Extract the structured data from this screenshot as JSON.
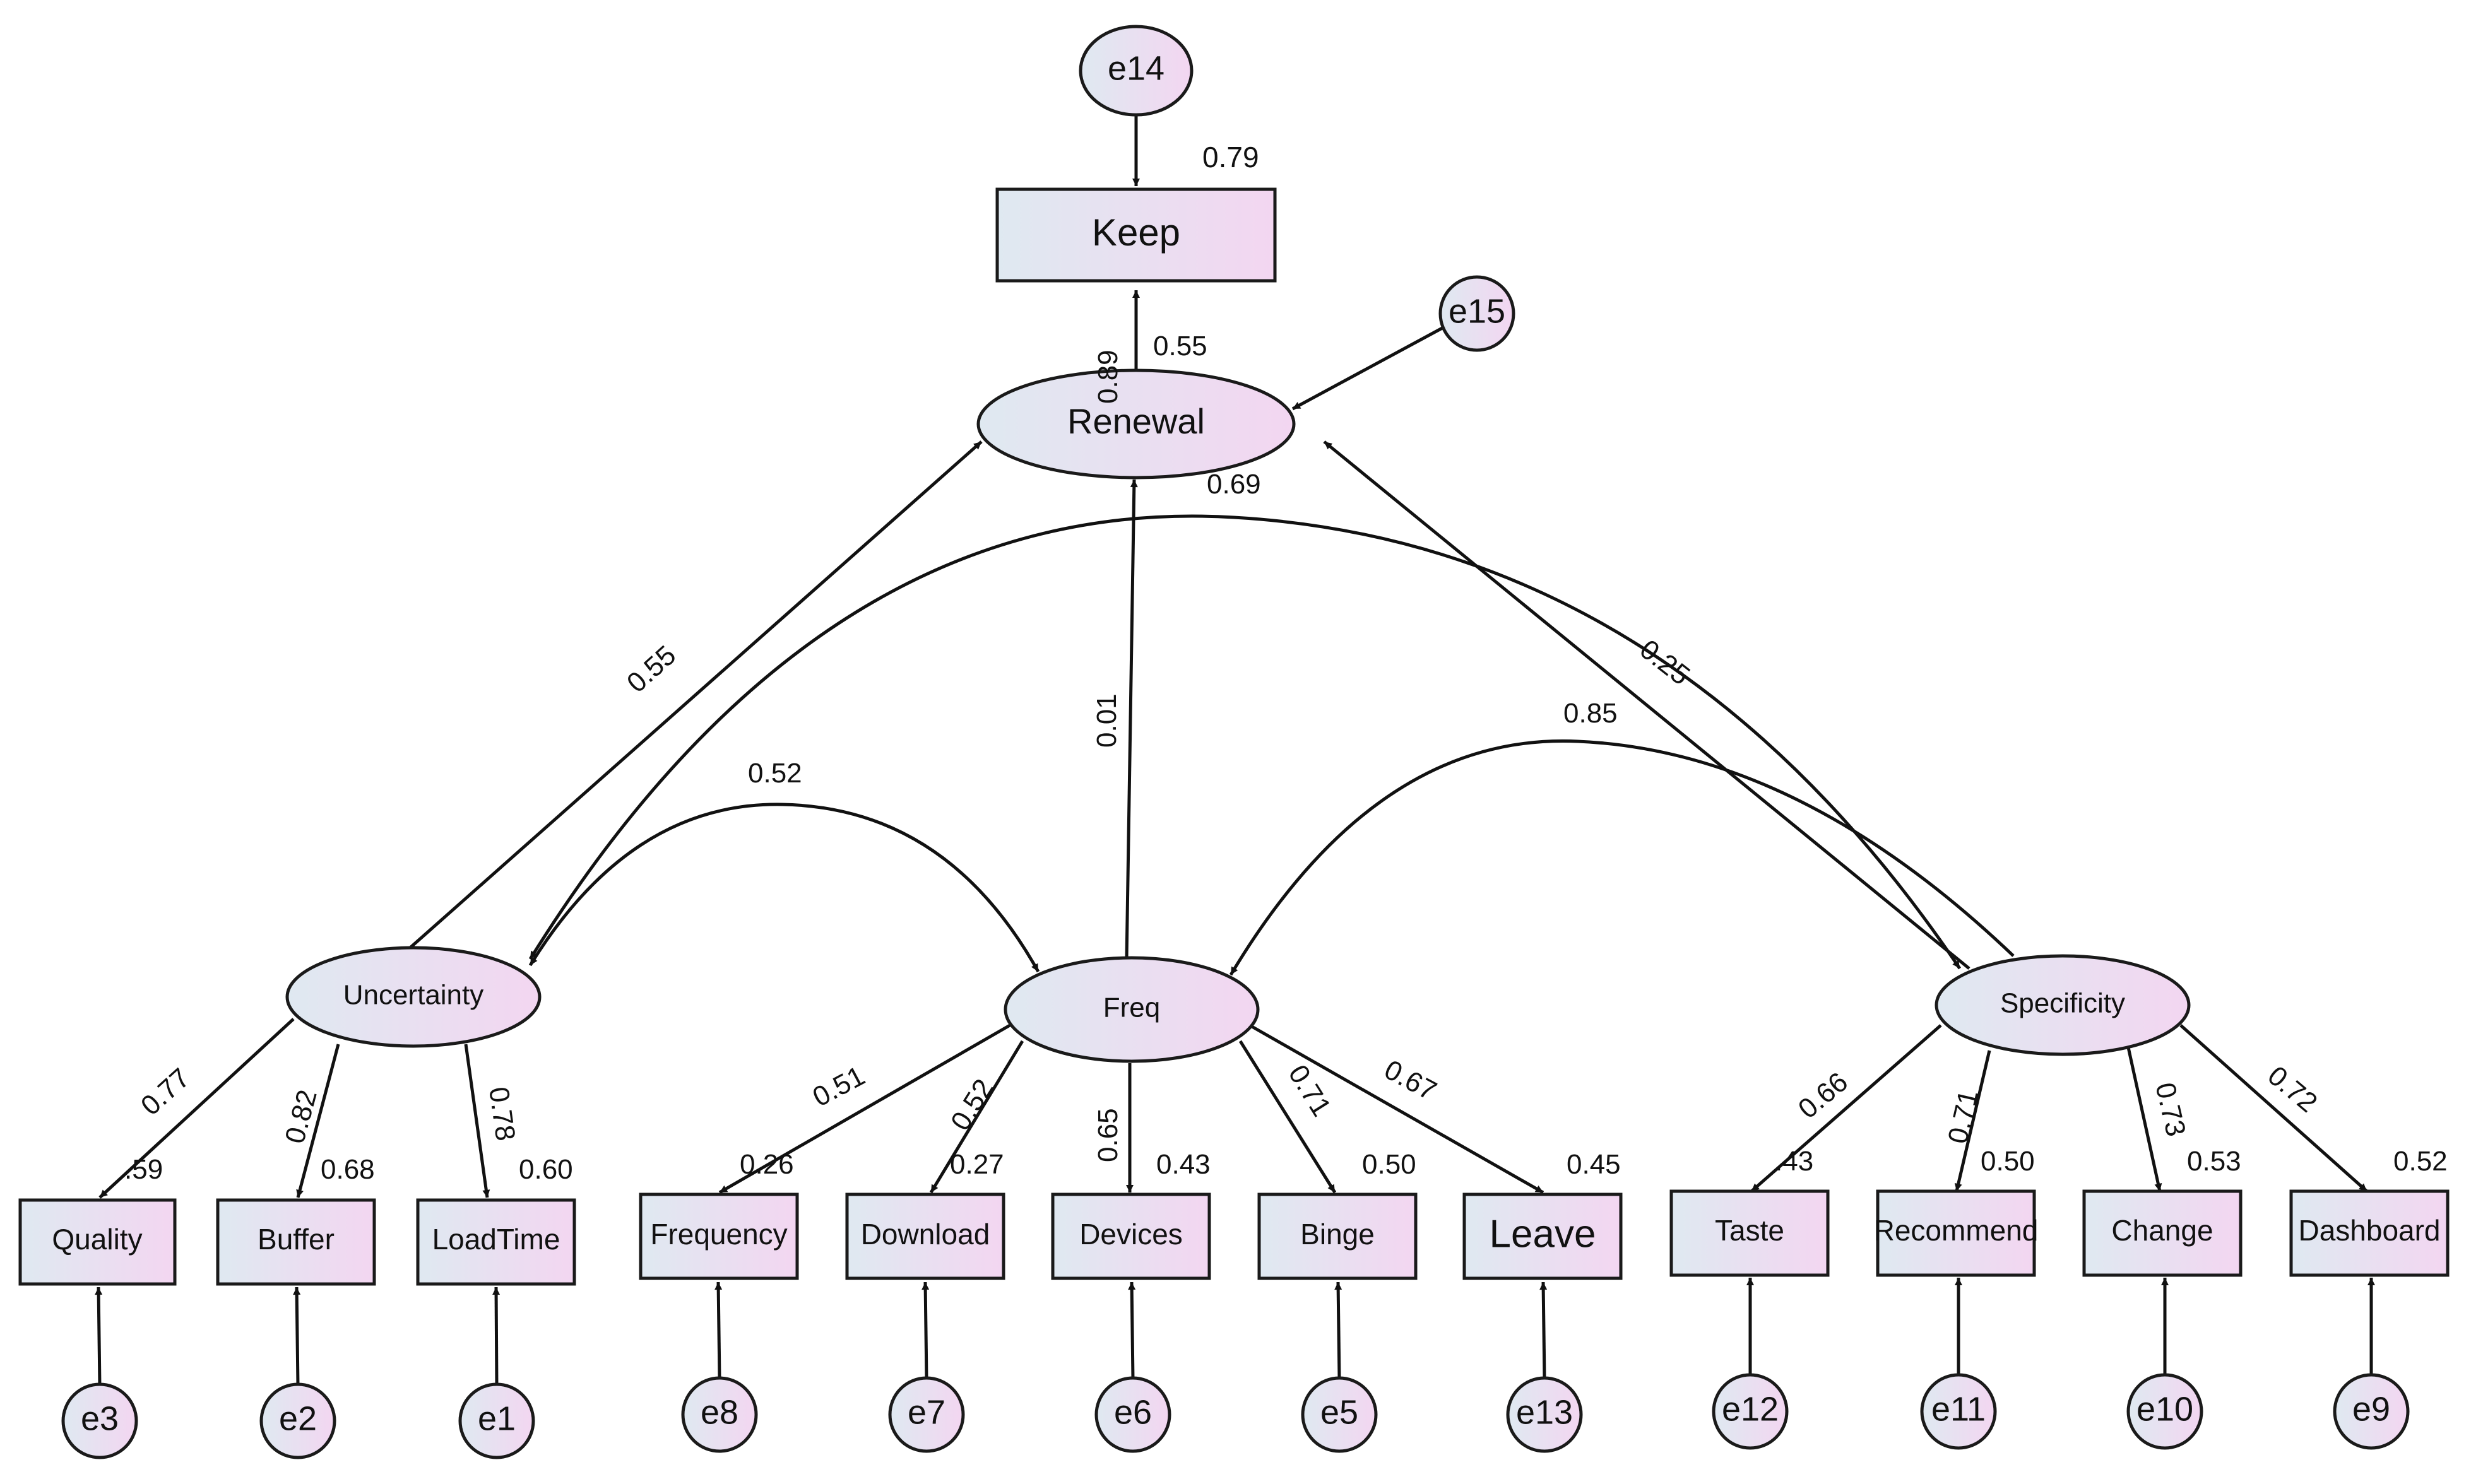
{
  "diagram": {
    "latents": [
      {
        "id": "renewal",
        "label": "Renewal"
      },
      {
        "id": "uncertainty",
        "label": "Uncertainty"
      },
      {
        "id": "freq",
        "label": "Freq"
      },
      {
        "id": "specificity",
        "label": "Specificity"
      }
    ],
    "observed": [
      {
        "id": "keep",
        "label": "Keep",
        "r2": "0.79"
      },
      {
        "id": "quality",
        "label": "Quality",
        "r2": ".59"
      },
      {
        "id": "buffer",
        "label": "Buffer",
        "r2": "0.68"
      },
      {
        "id": "loadtime",
        "label": "LoadTime",
        "r2": "0.60"
      },
      {
        "id": "frequency",
        "label": "Frequency",
        "r2": "0.26"
      },
      {
        "id": "download",
        "label": "Download",
        "r2": "0.27"
      },
      {
        "id": "devices",
        "label": "Devices",
        "r2": "0.43"
      },
      {
        "id": "binge",
        "label": "Binge",
        "r2": "0.50"
      },
      {
        "id": "leave",
        "label": "Leave",
        "r2": "0.45"
      },
      {
        "id": "taste",
        "label": "Taste",
        "r2": ".43"
      },
      {
        "id": "recommend",
        "label": "Recommend",
        "r2": "0.50"
      },
      {
        "id": "change",
        "label": "Change",
        "r2": "0.53"
      },
      {
        "id": "dashboard",
        "label": "Dashboard",
        "r2": "0.52"
      }
    ],
    "errors": [
      {
        "id": "e14",
        "label": "e14"
      },
      {
        "id": "e15",
        "label": "e15"
      },
      {
        "id": "e3",
        "label": "e3"
      },
      {
        "id": "e2",
        "label": "e2"
      },
      {
        "id": "e1",
        "label": "e1"
      },
      {
        "id": "e8",
        "label": "e8"
      },
      {
        "id": "e7",
        "label": "e7"
      },
      {
        "id": "e6",
        "label": "e6"
      },
      {
        "id": "e5",
        "label": "e5"
      },
      {
        "id": "e13",
        "label": "e13"
      },
      {
        "id": "e12",
        "label": "e12"
      },
      {
        "id": "e11",
        "label": "e11"
      },
      {
        "id": "e10",
        "label": "e10"
      },
      {
        "id": "e9",
        "label": "e9"
      }
    ],
    "paths": [
      {
        "id": "renewal-keep",
        "label": "0.55"
      },
      {
        "id": "renewal-keep-v",
        "label": "0.89"
      },
      {
        "id": "uncertainty-renewal",
        "label": "0.55"
      },
      {
        "id": "freq-renewal",
        "label": "0.01"
      },
      {
        "id": "specificity-renewal",
        "label": "0.25"
      },
      {
        "id": "unc-quality",
        "label": "0.77"
      },
      {
        "id": "unc-buffer",
        "label": "0.82"
      },
      {
        "id": "unc-loadtime",
        "label": "0.78"
      },
      {
        "id": "freq-frequency",
        "label": "0.51"
      },
      {
        "id": "freq-download",
        "label": "0.52"
      },
      {
        "id": "freq-devices",
        "label": "0.65"
      },
      {
        "id": "freq-binge",
        "label": "0.71"
      },
      {
        "id": "freq-leave",
        "label": "0.67"
      },
      {
        "id": "spec-taste",
        "label": "0.66"
      },
      {
        "id": "spec-recommend",
        "label": "0.71"
      },
      {
        "id": "spec-change",
        "label": "0.73"
      },
      {
        "id": "spec-dashboard",
        "label": "0.72"
      }
    ],
    "covariances": [
      {
        "id": "unc-spec",
        "label": "0.69"
      },
      {
        "id": "freq-spec",
        "label": "0.85"
      },
      {
        "id": "unc-freq",
        "label": "0.52"
      }
    ]
  }
}
